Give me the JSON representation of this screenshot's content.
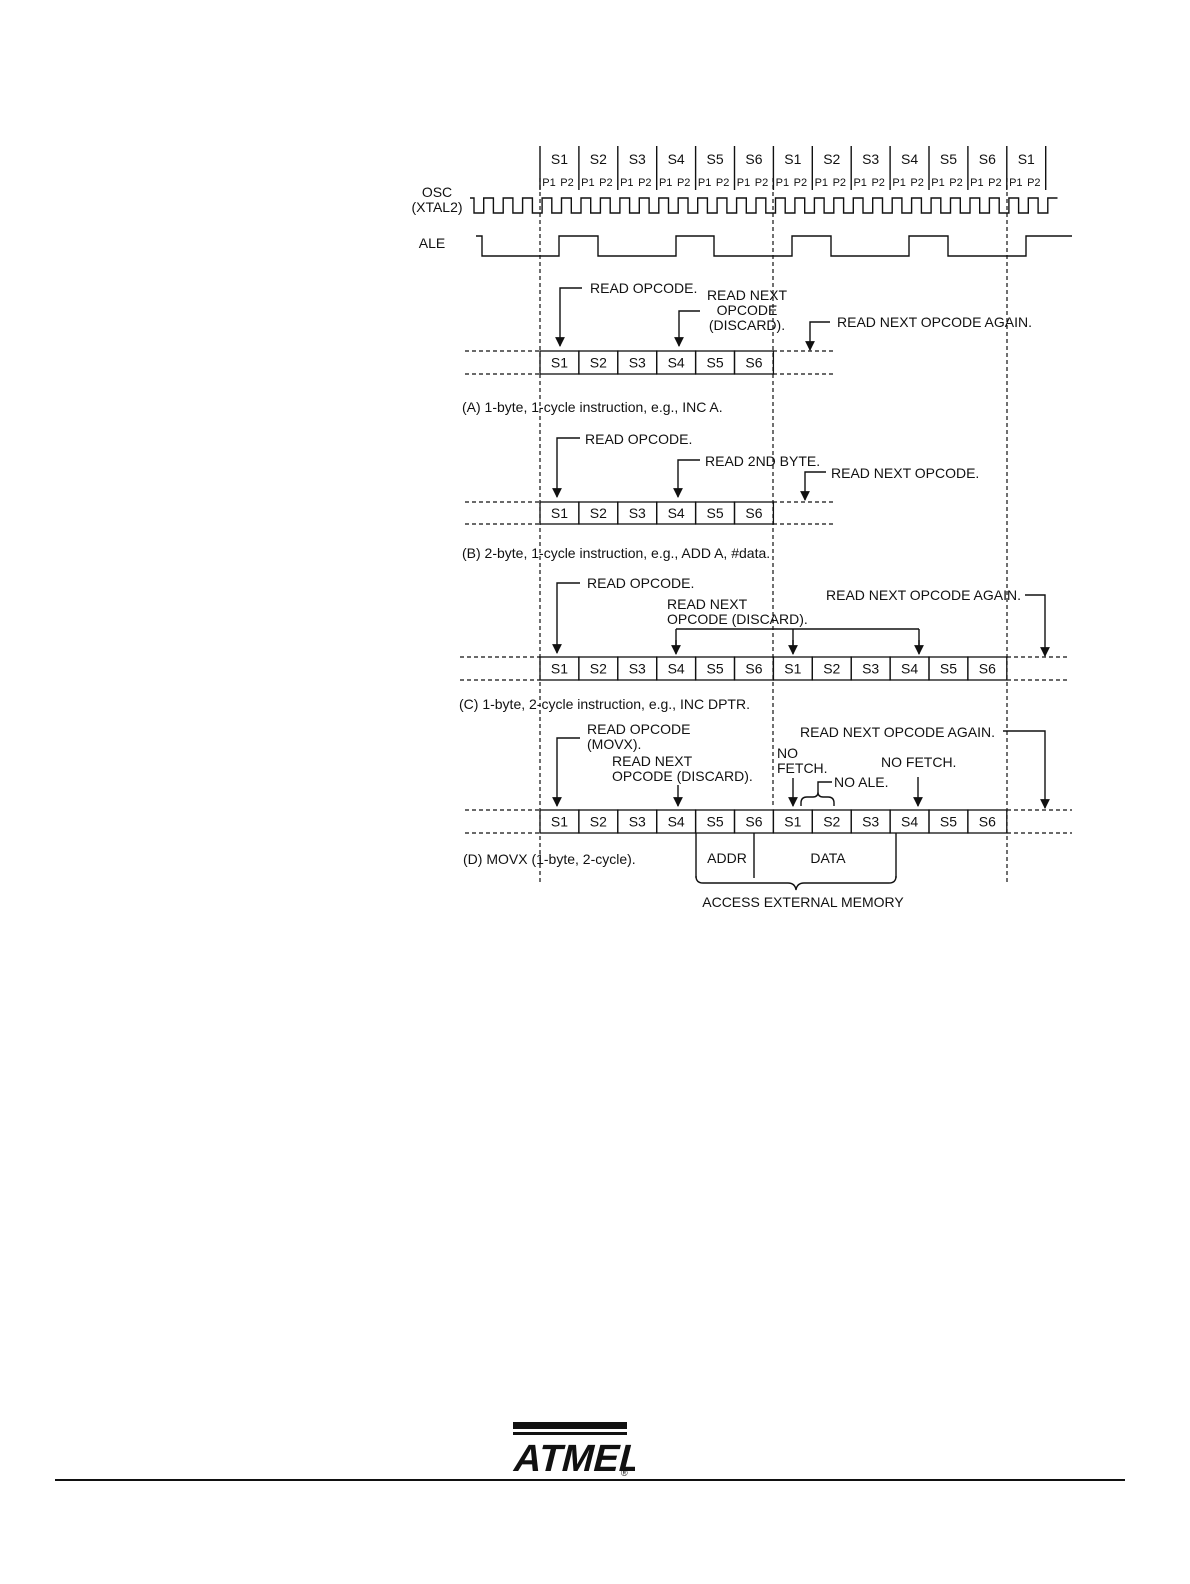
{
  "colors": {
    "ink": "#111111",
    "background": "#ffffff"
  },
  "header": {
    "states": [
      "S1",
      "S2",
      "S3",
      "S4",
      "S5",
      "S6",
      "S1",
      "S2",
      "S3",
      "S4",
      "S5",
      "S6",
      "S1"
    ],
    "phases": [
      "P1",
      "P2"
    ]
  },
  "signals": {
    "osc": [
      "OSC",
      "(XTAL2)"
    ],
    "ale": "ALE"
  },
  "section_a": {
    "cells": [
      "S1",
      "S2",
      "S3",
      "S4",
      "S5",
      "S6"
    ],
    "read_opcode": "READ OPCODE.",
    "read_next": [
      "READ NEXT",
      "OPCODE",
      "(DISCARD)."
    ],
    "read_again": "READ NEXT OPCODE AGAIN.",
    "caption": "(A) 1-byte, 1-cycle instruction, e.g., INC A."
  },
  "section_b": {
    "cells": [
      "S1",
      "S2",
      "S3",
      "S4",
      "S5",
      "S6"
    ],
    "read_opcode": "READ OPCODE.",
    "read_2nd": "READ 2ND BYTE.",
    "read_next": "READ NEXT OPCODE.",
    "caption": "(B) 2-byte, 1-cycle instruction, e.g., ADD A, #data."
  },
  "section_c": {
    "cells": [
      "S1",
      "S2",
      "S3",
      "S4",
      "S5",
      "S6",
      "S1",
      "S2",
      "S3",
      "S4",
      "S5",
      "S6"
    ],
    "read_opcode": "READ OPCODE.",
    "read_next": [
      "READ NEXT",
      "OPCODE (DISCARD)."
    ],
    "read_again": "READ NEXT OPCODE AGAIN.",
    "caption": "(C) 1-byte, 2-cycle instruction, e.g., INC DPTR."
  },
  "section_d": {
    "cells": [
      "S1",
      "S2",
      "S3",
      "S4",
      "S5",
      "S6",
      "S1",
      "S2",
      "S3",
      "S4",
      "S5",
      "S6"
    ],
    "read_opcode": [
      "READ OPCODE",
      "(MOVX)."
    ],
    "read_next": [
      "READ NEXT",
      "OPCODE (DISCARD)."
    ],
    "no_fetch_1": [
      "NO",
      "FETCH."
    ],
    "no_ale": "NO ALE.",
    "no_fetch_2": "NO FETCH.",
    "read_again": "READ NEXT OPCODE AGAIN.",
    "addr": "ADDR",
    "data": "DATA",
    "access": "ACCESS EXTERNAL MEMORY",
    "caption": "(D) MOVX (1-byte, 2-cycle)."
  },
  "footer": {
    "logo_text": "ATMEL",
    "registered": "®"
  }
}
